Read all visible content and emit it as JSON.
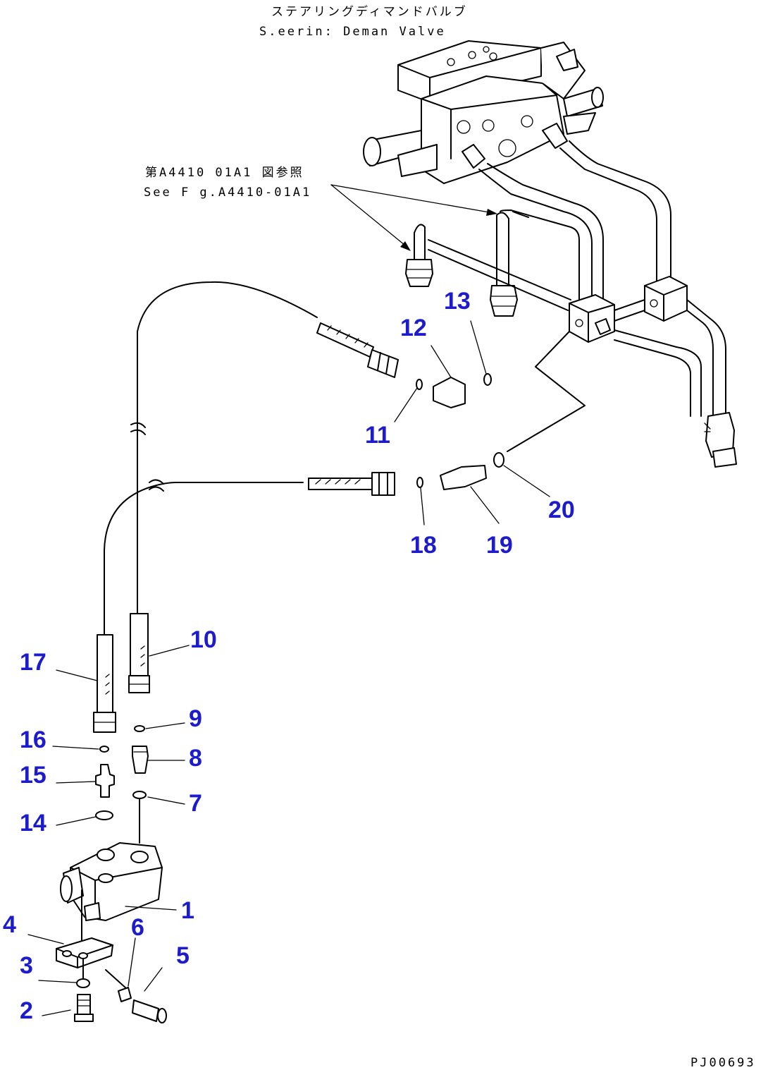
{
  "caption": {
    "line1": "ステアリングディマンドバルブ",
    "line2": "S.eerin: Deman  Valve"
  },
  "reference": {
    "line1": "第A4410 01A1 図参照",
    "line2": "See F g.A4410-01A1"
  },
  "drawing_code": "PJ00693",
  "callouts": [
    {
      "id": "c1",
      "label": "1"
    },
    {
      "id": "c2",
      "label": "2"
    },
    {
      "id": "c3",
      "label": "3"
    },
    {
      "id": "c4",
      "label": "4"
    },
    {
      "id": "c5",
      "label": "5"
    },
    {
      "id": "c6",
      "label": "6"
    },
    {
      "id": "c7",
      "label": "7"
    },
    {
      "id": "c8",
      "label": "8"
    },
    {
      "id": "c9",
      "label": "9"
    },
    {
      "id": "c10",
      "label": "10"
    },
    {
      "id": "c11",
      "label": "11"
    },
    {
      "id": "c12",
      "label": "12"
    },
    {
      "id": "c13",
      "label": "13"
    },
    {
      "id": "c14",
      "label": "14"
    },
    {
      "id": "c15",
      "label": "15"
    },
    {
      "id": "c16",
      "label": "16"
    },
    {
      "id": "c17",
      "label": "17"
    },
    {
      "id": "c18",
      "label": "18"
    },
    {
      "id": "c19",
      "label": "19"
    },
    {
      "id": "c20",
      "label": "20"
    }
  ]
}
